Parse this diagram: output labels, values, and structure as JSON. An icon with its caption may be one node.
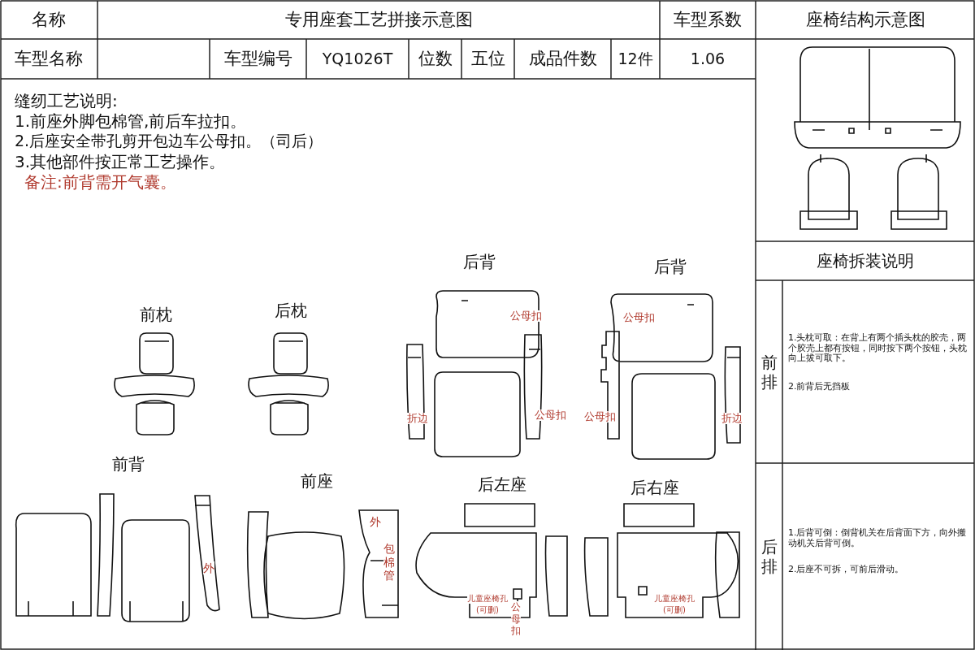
{
  "diagram": {
    "title": "专用座套工艺拼接示意图",
    "labels": [
      "名称",
      "车型系数",
      "座椅结构示意图",
      "车型名称",
      "车型编号",
      "YQ1026T",
      "位数",
      "五位",
      "成品件数",
      "12件",
      "1.06",
      "缝纫工艺说明:",
      "1.前座外脚包棉管,前后车拉扣。",
      "2.后座安全带孔剪开包边车公母扣。（司后）",
      "3.其他部件按正常工艺操作。",
      "备注:前背需开气囊。",
      "后背",
      "后背",
      "座椅拆装说明",
      "前排",
      "前枕",
      "后枕",
      "公母扣",
      "公母扣",
      "1.头枕可取：在背上有两个插头枕的胶壳，两个胶壳上都有按钮，同时按下两个按钮，头枕向上拔可取下。",
      "2.前背后无挡板",
      "折边",
      "公母扣",
      "公母扣",
      "折边",
      "前背",
      "后排",
      "前座",
      "后左座",
      "后右座",
      "外",
      "外",
      "包棉管",
      "1.后背可倒：倒背机关在后背面下方，向外搬动机关后背可倒。",
      "2.后座不可拆，可前后滑动。",
      "儿童座椅孔",
      "(可删)",
      "公母扣",
      "儿童座椅孔",
      "(可删)"
    ]
  }
}
